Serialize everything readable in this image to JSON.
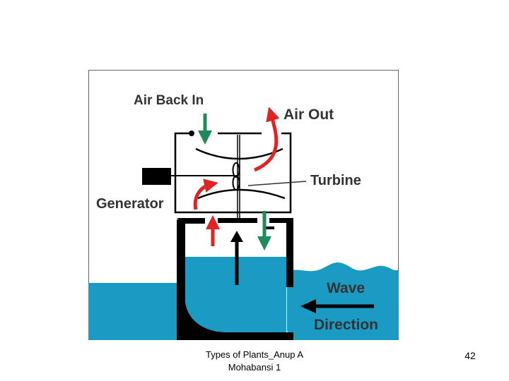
{
  "diagram": {
    "labels": {
      "air_back_in": "Air Back In",
      "air_out": "Air Out",
      "turbine": "Turbine",
      "generator": "Generator",
      "wave": "Wave",
      "direction": "Direction"
    },
    "colors": {
      "water": "#1a9bc4",
      "structure": "#000000",
      "air_in_arrow": "#1f8a5b",
      "air_out_arrow": "#e02424",
      "label_text": "#333333",
      "frame": "#666666"
    }
  },
  "footer": {
    "line1": "Types of Plants_Anup A",
    "line2": "Mohabansi 1",
    "page_number": "42"
  }
}
